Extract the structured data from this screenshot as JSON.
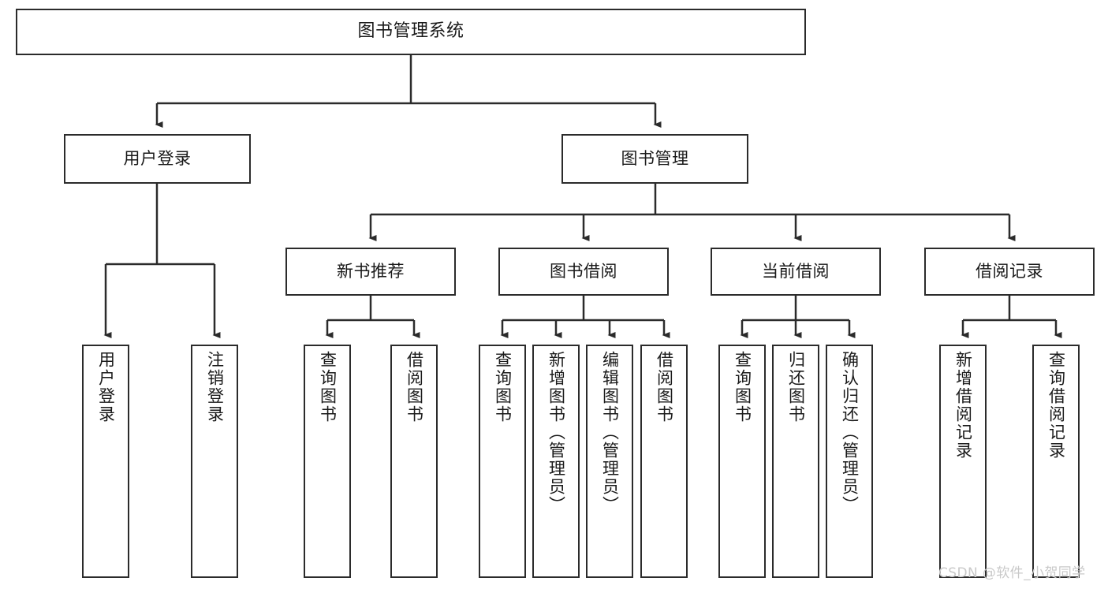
{
  "diagram": {
    "title": "图书管理系统",
    "root": {
      "label": "图书管理系统"
    },
    "level2": [
      {
        "label": "用户登录"
      },
      {
        "label": "图书管理"
      }
    ],
    "level3": [
      {
        "label": "新书推荐"
      },
      {
        "label": "图书借阅"
      },
      {
        "label": "当前借阅"
      },
      {
        "label": "借阅记录"
      }
    ],
    "leaves": {
      "user_login": [
        {
          "label": "用户登录"
        },
        {
          "label": "注销登录"
        }
      ],
      "new_book": [
        {
          "label": "查询图书"
        },
        {
          "label": "借阅图书"
        }
      ],
      "book_borrow": [
        {
          "label": "查询图书"
        },
        {
          "label": "新增图书（管理员）"
        },
        {
          "label": "编辑图书（管理员）"
        },
        {
          "label": "借阅图书"
        }
      ],
      "current_borrow": [
        {
          "label": "查询图书"
        },
        {
          "label": "归还图书"
        },
        {
          "label": "确认归还（管理员）"
        }
      ],
      "borrow_record": [
        {
          "label": "新增借阅记录"
        },
        {
          "label": "查询借阅记录"
        }
      ]
    }
  },
  "watermark": {
    "text": "CSDN @软件_小贺同学"
  },
  "colors": {
    "stroke": "#2b2b2b",
    "background": "#ffffff",
    "text": "#1a1a1a",
    "watermark": "#c9c9c9"
  }
}
